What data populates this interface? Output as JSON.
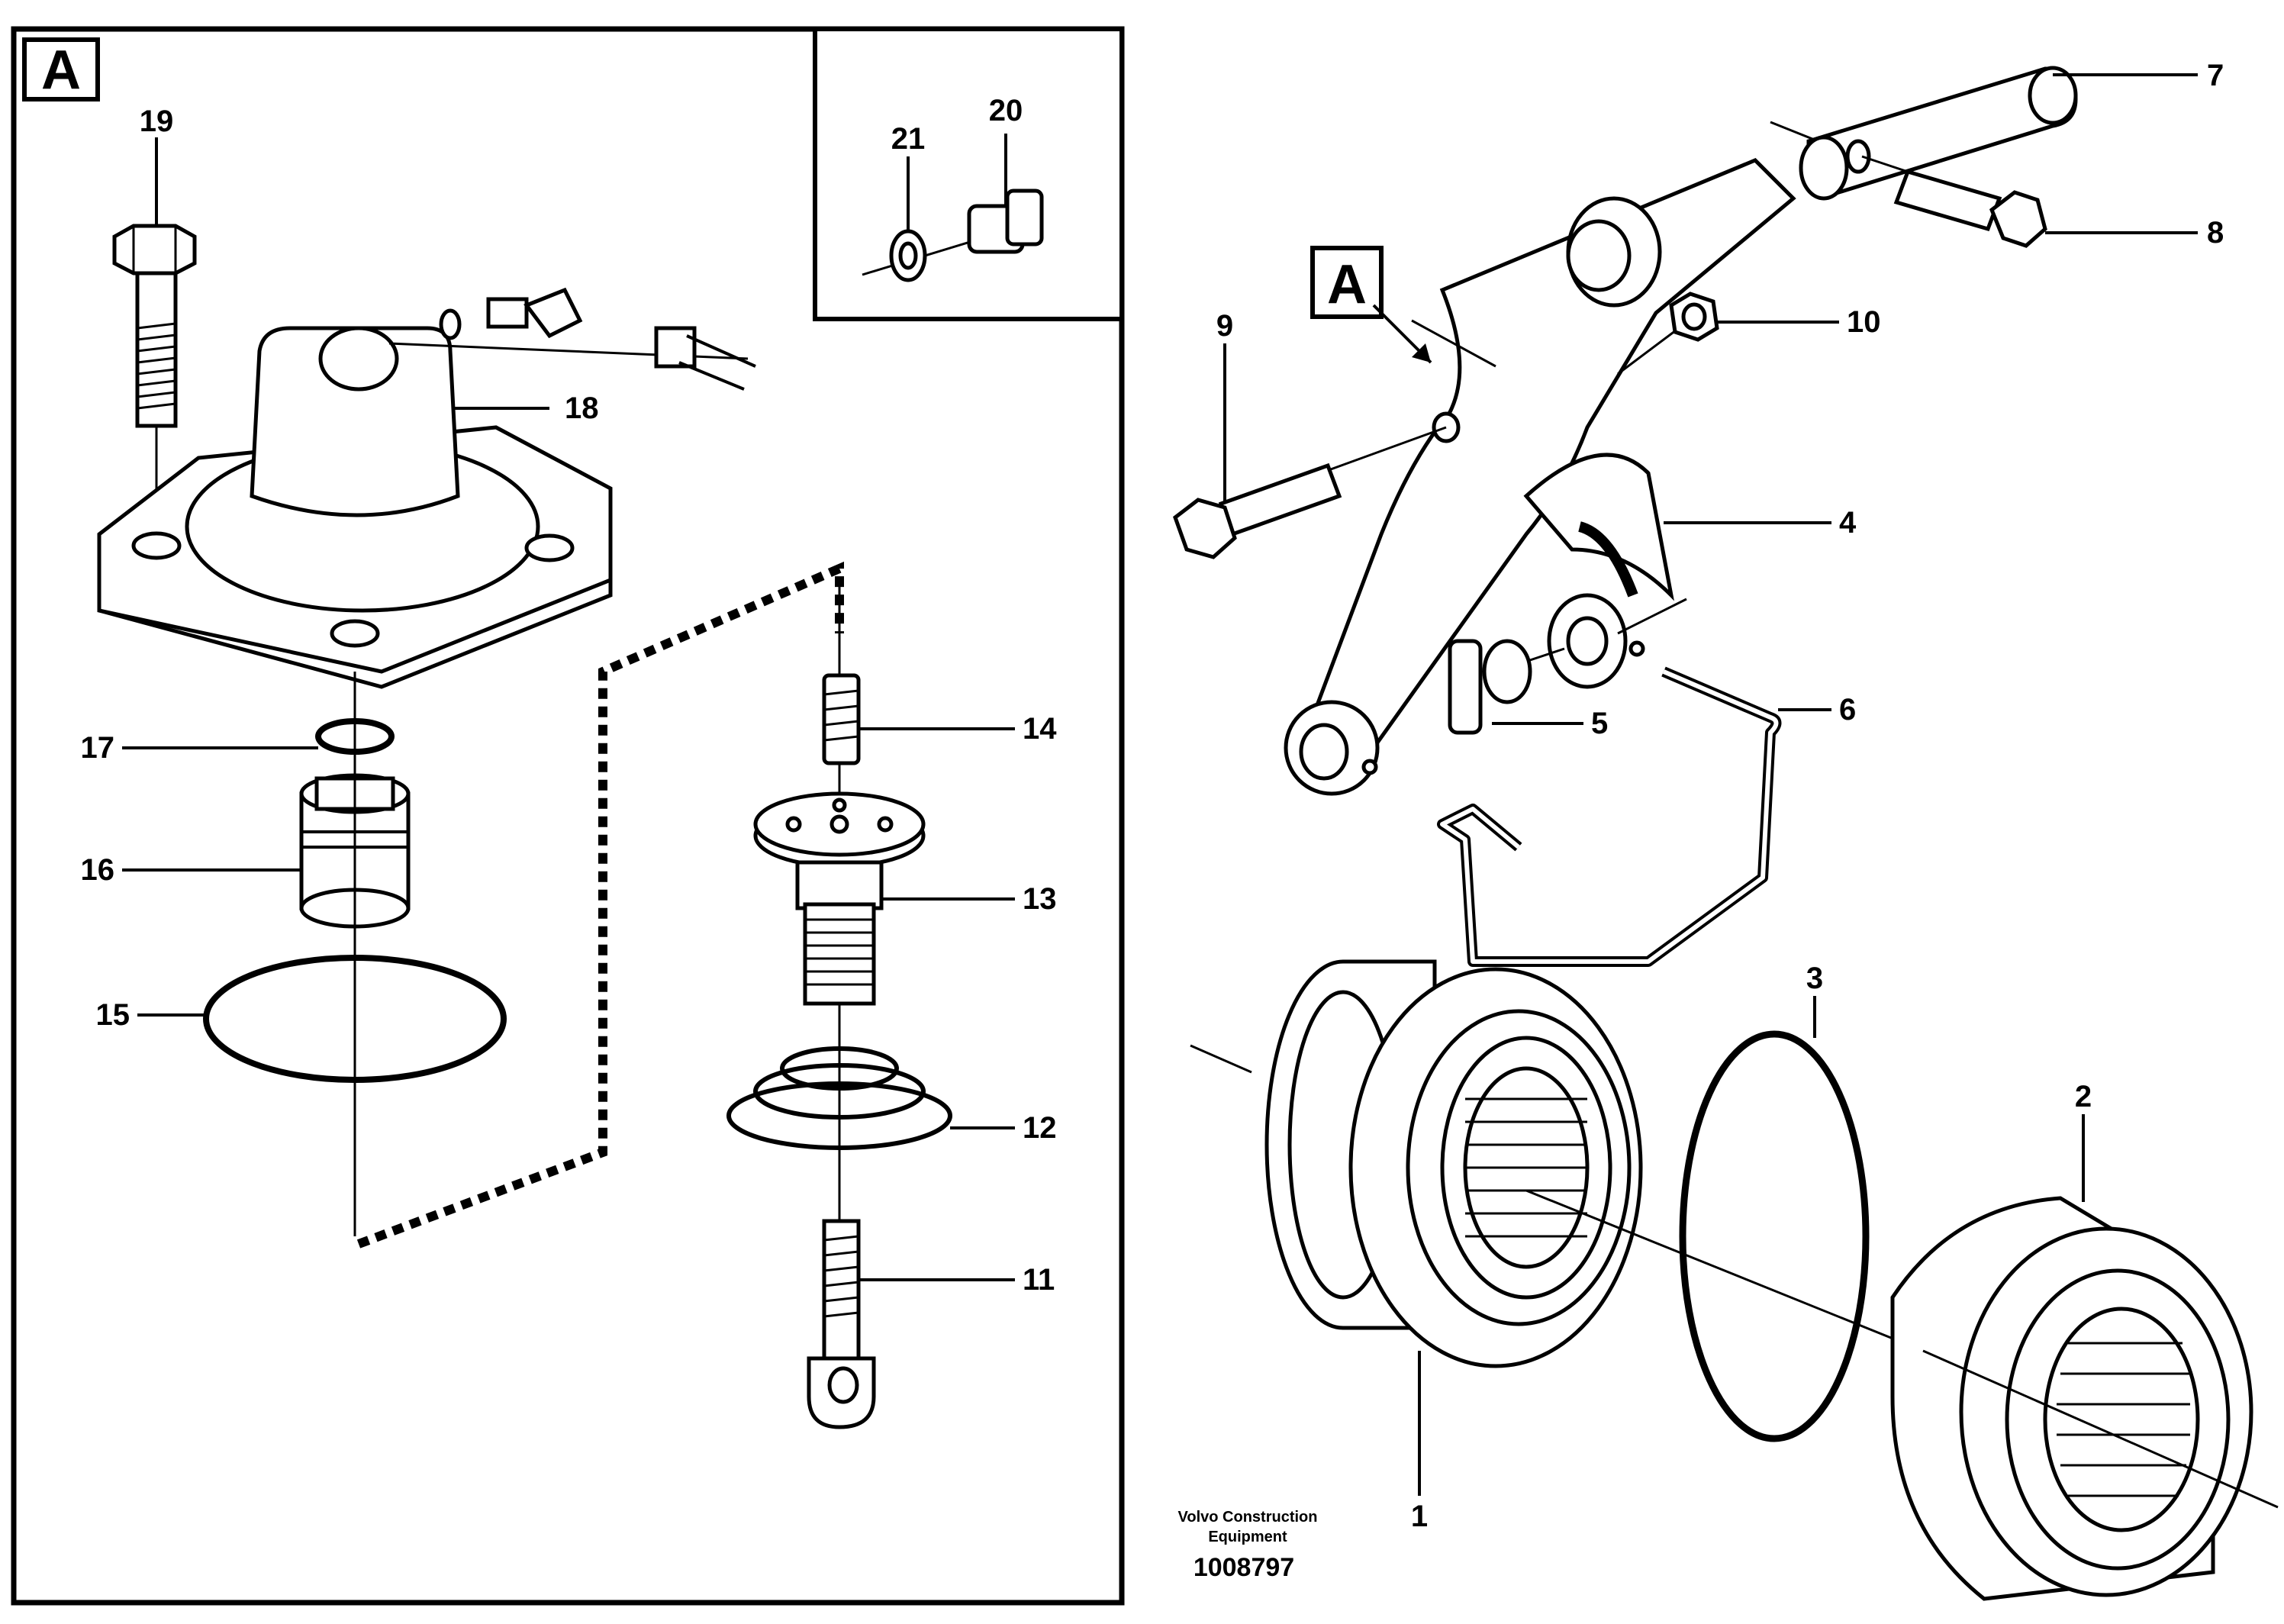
{
  "frame": {
    "label": "A"
  },
  "callout": {
    "label": "A"
  },
  "part_numbers": {
    "p1": "1",
    "p2": "2",
    "p3": "3",
    "p4": "4",
    "p5": "5",
    "p6": "6",
    "p7": "7",
    "p8": "8",
    "p9": "9",
    "p10": "10",
    "p11": "11",
    "p12": "12",
    "p13": "13",
    "p14": "14",
    "p15": "15",
    "p16": "16",
    "p17": "17",
    "p18": "18",
    "p19": "19",
    "p20": "20",
    "p21": "21"
  },
  "credit": {
    "line1": "Volvo Construction",
    "line2": "Equipment",
    "drawing_number": "1008797"
  }
}
